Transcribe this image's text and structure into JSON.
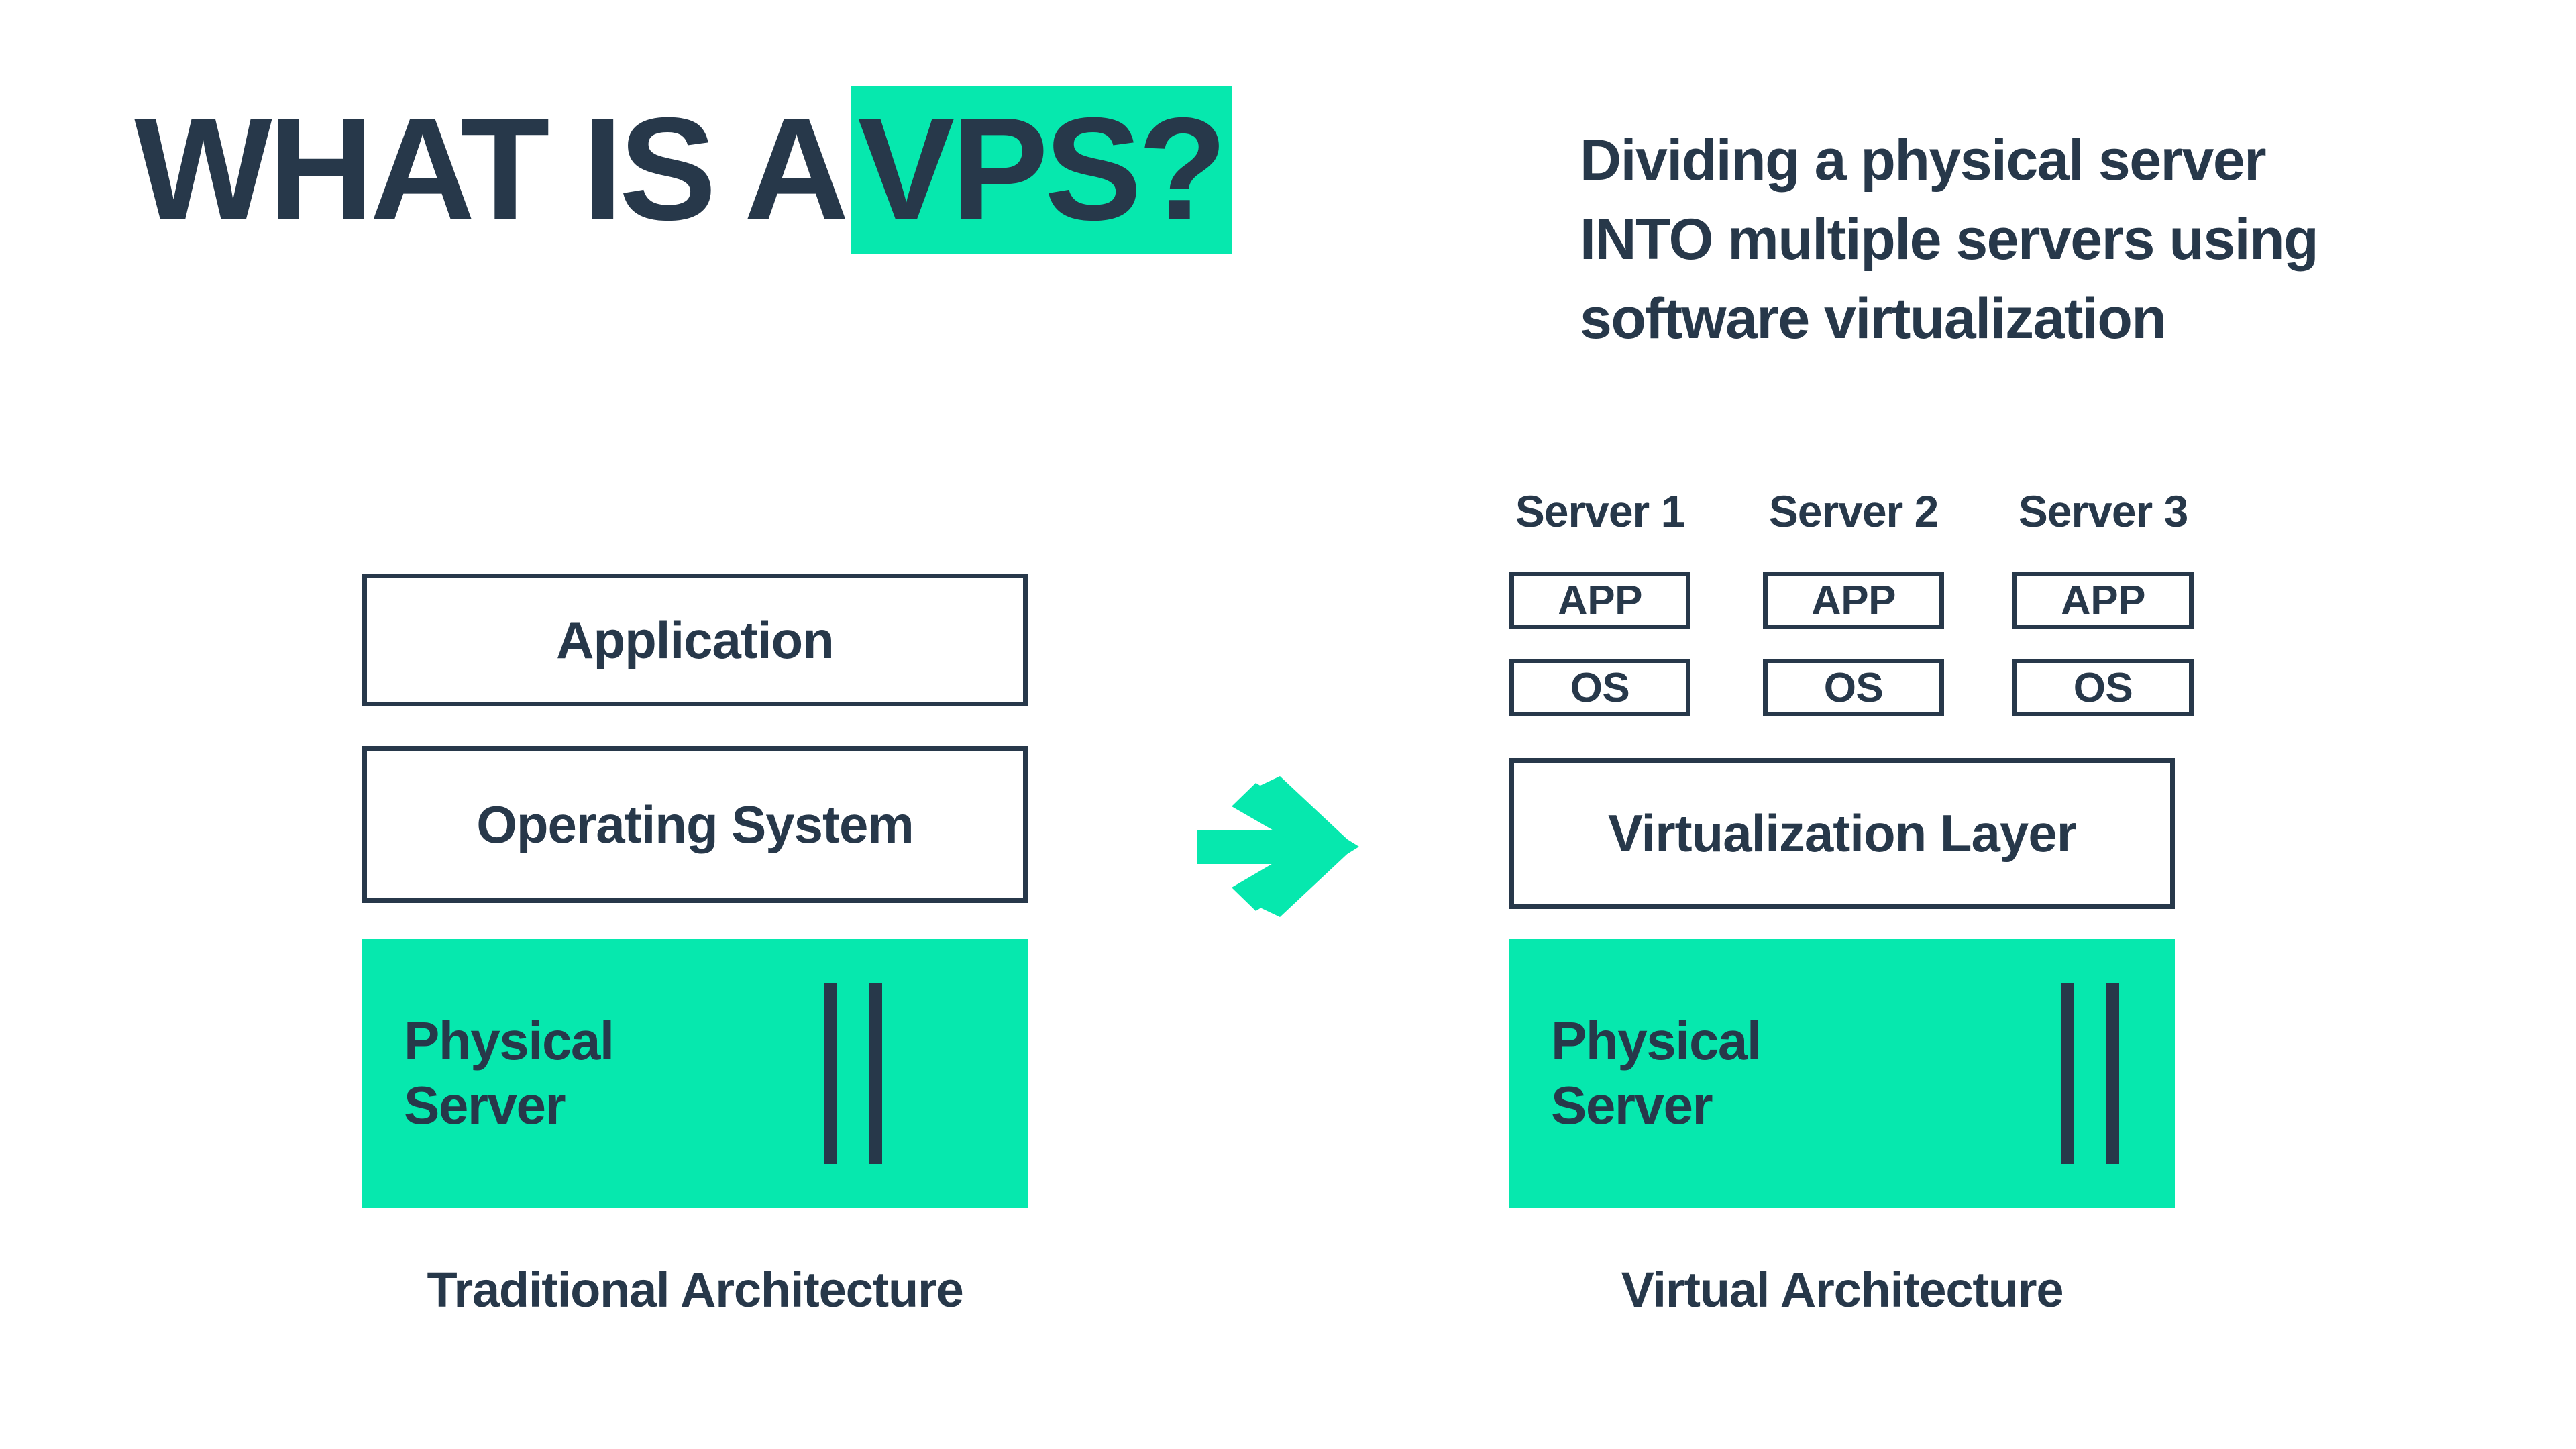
{
  "header": {
    "title_plain": "WHAT IS A",
    "title_highlight": "VPS?",
    "subtitle_line_1": "Dividing a physical server",
    "subtitle_line_2": "INTO multiple servers using",
    "subtitle_line_3": "software virtualization"
  },
  "colors": {
    "accent_green": "#06E8AE",
    "ink_navy": "#27384a",
    "background": "#ffffff"
  },
  "traditional": {
    "caption": "Traditional Architecture",
    "layers": [
      {
        "label": "Application"
      },
      {
        "label": "Operating System"
      }
    ],
    "physical_server": {
      "line_1": "Physical",
      "line_2": "Server",
      "icon": "server-rack-icon"
    }
  },
  "virtual": {
    "caption": "Virtual Architecture",
    "servers": [
      {
        "label": "Server 1",
        "app": "APP",
        "os": "OS"
      },
      {
        "label": "Server 2",
        "app": "APP",
        "os": "OS"
      },
      {
        "label": "Server 3",
        "app": "APP",
        "os": "OS"
      }
    ],
    "virtualization_layer": {
      "label": "Virtualization Layer"
    },
    "physical_server": {
      "line_1": "Physical",
      "line_2": "Server",
      "icon": "server-rack-icon"
    }
  },
  "arrow": {
    "icon": "arrow-right-icon",
    "direction": "right"
  }
}
